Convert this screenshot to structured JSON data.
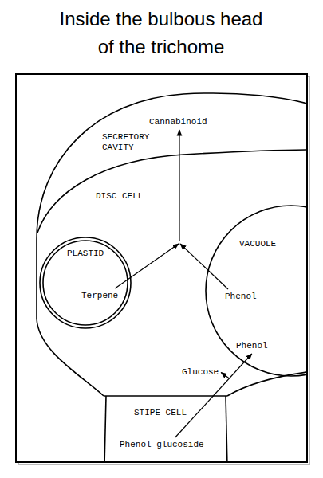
{
  "diagram": {
    "title": "Inside the bulbous head of the trichome",
    "nodes": [
      {
        "text": [
          "SECRETORY CAVITY",
          "Cannabinoid"
        ]
      },
      {
        "text": [
          "DISC CELL",
          "Glucose"
        ]
      },
      {
        "text": [
          "PLASTID",
          "Terpene"
        ],
        "in": 1
      },
      {
        "text": [
          "VACUOLE",
          "Phenol",
          "Phenol"
        ],
        "in": 1
      },
      {
        "text": [
          "STIPE CELL",
          "Phenol glucoside"
        ]
      }
    ]
  }
}
